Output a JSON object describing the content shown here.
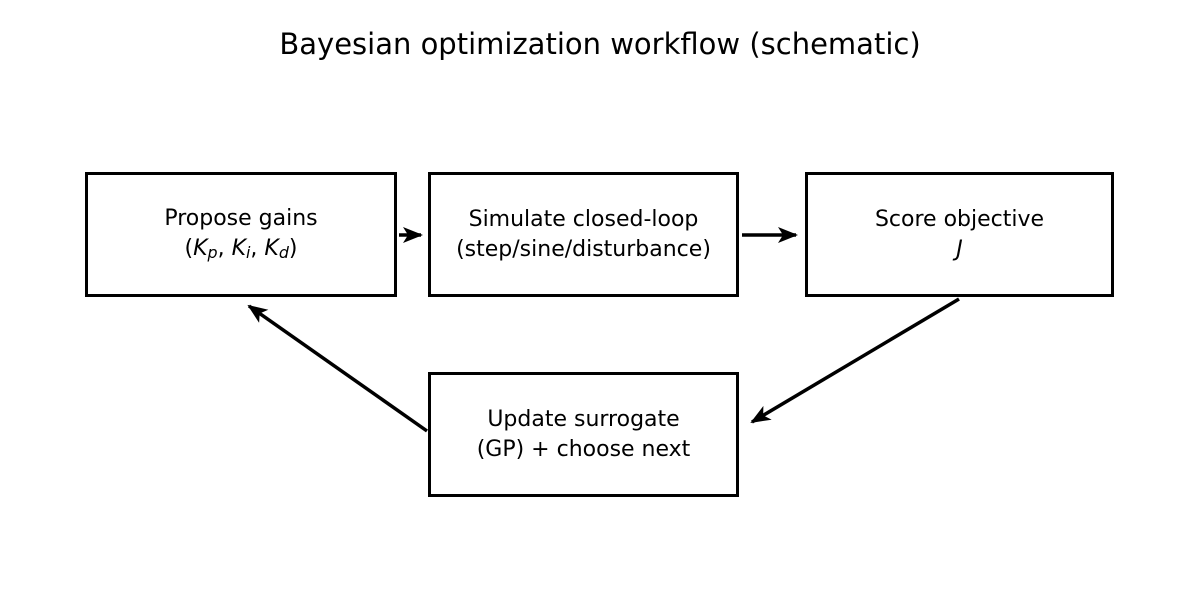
{
  "page": {
    "background_color": "#ffffff",
    "line_color": "#000000"
  },
  "title": "Bayesian optimization workflow (schematic)",
  "nodes": {
    "propose": {
      "line1": "Propose gains",
      "math": {
        "open": "(",
        "k1": "K",
        "sub1": "p",
        "sep1": ", ",
        "k2": "K",
        "sub2": "i",
        "sep2": ", ",
        "k3": "K",
        "sub3": "d",
        "close": ")"
      }
    },
    "simulate": {
      "line1": "Simulate closed-loop",
      "line2": "(step/sine/disturbance)"
    },
    "score": {
      "line1": "Score objective",
      "line2": "J"
    },
    "update": {
      "line1": "Update surrogate",
      "line2": "(GP) + choose next"
    }
  },
  "edges": [
    {
      "from": "propose-gains",
      "to": "simulate-closed-loop"
    },
    {
      "from": "simulate-closed-loop",
      "to": "score-objective"
    },
    {
      "from": "score-objective",
      "to": "update-surrogate"
    },
    {
      "from": "update-surrogate",
      "to": "propose-gains"
    }
  ]
}
